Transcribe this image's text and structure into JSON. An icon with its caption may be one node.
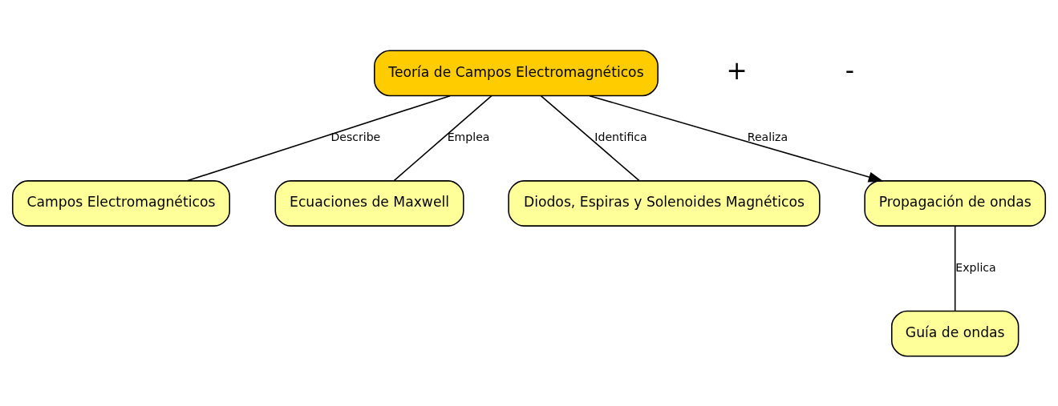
{
  "diagram": {
    "nodes": [
      {
        "text": [
          "Teoría de Campos Electromagnéticos"
        ]
      },
      {
        "text": [
          "Campos Electromagnéticos"
        ]
      },
      {
        "text": [
          "Ecuaciones de Maxwell"
        ]
      },
      {
        "text": [
          "Diodos, Espiras y Solenoides Magnéticos"
        ]
      },
      {
        "text": [
          "Propagación de ondas"
        ]
      },
      {
        "text": [
          "Guía de ondas"
        ]
      }
    ],
    "edges": [
      {
        "from": 0,
        "to": 1,
        "arrow": "none",
        "label": "Describe"
      },
      {
        "from": 0,
        "to": 2,
        "arrow": "none",
        "label": "Emplea"
      },
      {
        "from": 0,
        "to": 3,
        "arrow": "none",
        "label": "Identifica"
      },
      {
        "from": 0,
        "to": 4,
        "arrow": "to",
        "label": "Realiza"
      },
      {
        "from": 4,
        "to": 5,
        "arrow": "none",
        "label": "Explica"
      }
    ],
    "labels": [
      "+",
      "-"
    ]
  }
}
